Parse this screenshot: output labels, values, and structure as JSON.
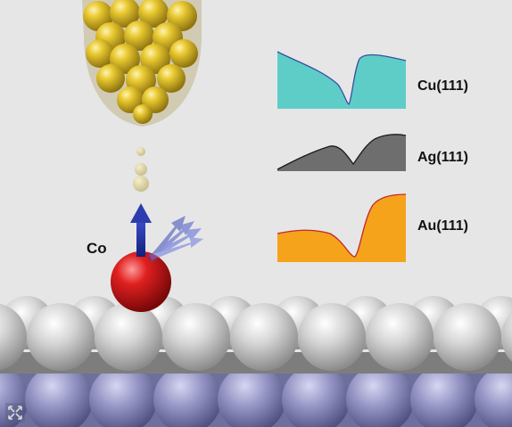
{
  "diagram": {
    "adatom_label": "Co",
    "spectra": [
      {
        "label": "Cu(111)",
        "fill": "#5ecdc8",
        "stroke": "#3a4fa0"
      },
      {
        "label": "Ag(111)",
        "fill": "#6e6e6e",
        "stroke": "#1a1a1a"
      },
      {
        "label": "Au(111)",
        "fill": "#f5a31a",
        "stroke": "#c4262e"
      }
    ]
  },
  "colors": {
    "background": "#e6e6e6",
    "tip_gold": "#d4b21c",
    "adatom_red": "#d81e1e",
    "surface_silver": "#cfcfcf",
    "subsurface_lavender": "#8f8fbf",
    "spin_arrow": "#1f2f9a"
  },
  "icons": [
    "expand-icon"
  ]
}
